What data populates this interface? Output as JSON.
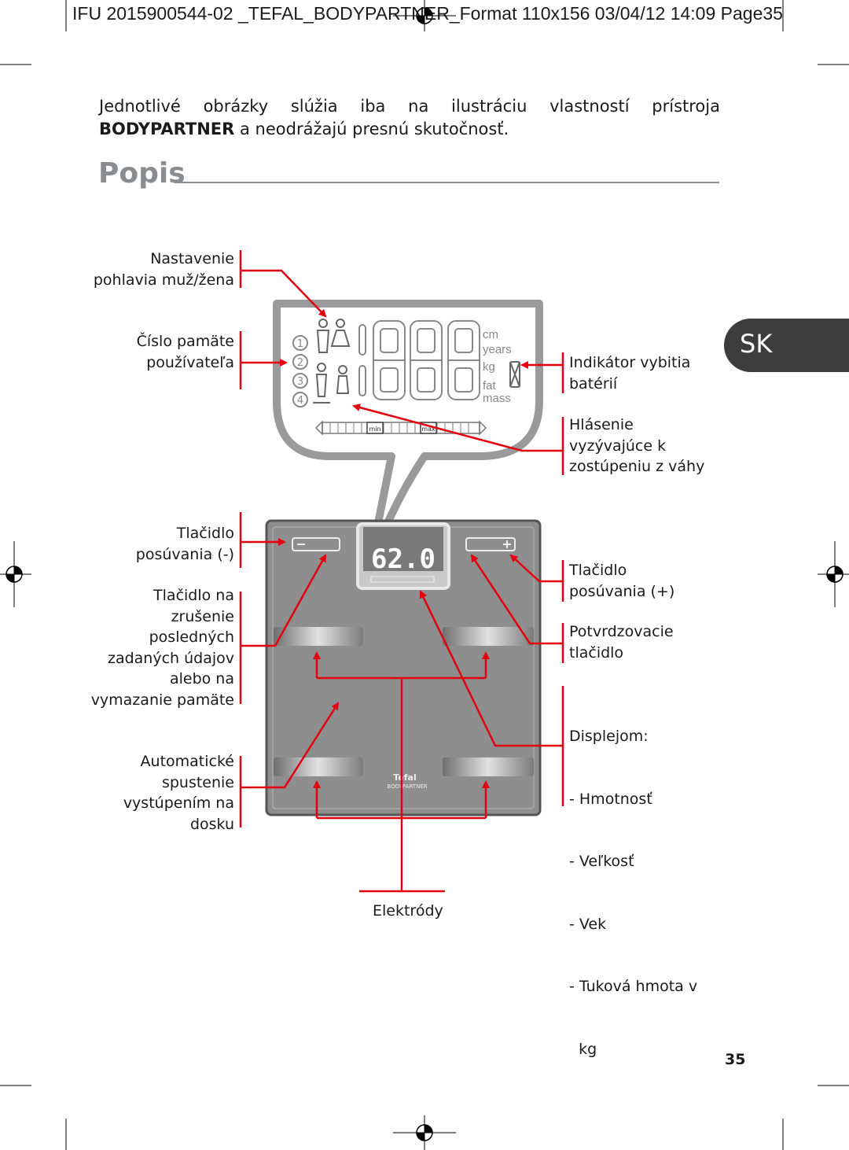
{
  "header": {
    "text": "IFU 2015900544-02 _TEFAL_BODYPARTNER_Format 110x156  03/04/12  14:09  Page35"
  },
  "intro": {
    "line1": "Jednotlivé obrázky slúžia iba na ilustráciu vlastností prístroja",
    "brand": "BODYPARTNER",
    "line2_rest": " a neodrážajú presnú skutočnosť."
  },
  "section": {
    "title": "Popis"
  },
  "language_tab": {
    "label": "SK"
  },
  "labels_left": {
    "gender": [
      "Nastavenie",
      "pohlavia muž/žena"
    ],
    "memory": [
      "Číslo pamäte",
      "používateľa"
    ],
    "scroll_minus": [
      "Tlačidlo",
      "posúvania (-)"
    ],
    "cancel": [
      "Tlačidlo na",
      "zrušenie",
      "posledných",
      "zadaných údajov",
      "alebo na",
      "vymazanie pamäte"
    ],
    "auto_on": [
      "Automatické",
      "spustenie",
      "vystúpením na",
      "dosku"
    ]
  },
  "labels_right": {
    "battery": [
      "Indikátor vybitia",
      "batérií"
    ],
    "step_off": [
      "Hlásenie",
      "vyzývajúce k",
      "zostúpeniu z váhy"
    ],
    "scroll_plus": [
      "Tlačidlo",
      "posúvania (+)"
    ],
    "confirm": [
      "Potvrdzovacie",
      "tlačidlo"
    ],
    "display": [
      "Displejom:",
      "- Hmotnosť",
      "- Veľkosť",
      "- Vek",
      "- Tuková hmota v",
      "  kg"
    ]
  },
  "labels_bottom": {
    "electrodes": "Elektródy"
  },
  "lcd": {
    "units": [
      "cm",
      "years",
      "kg",
      "fat",
      "mass"
    ],
    "memory_numbers": [
      "1",
      "2",
      "3",
      "4"
    ],
    "bar_min": "min",
    "bar_max": "max"
  },
  "scale": {
    "display_reading": "62.0",
    "brand": "Tefal",
    "model": "BODYPARTNER"
  },
  "page_number": "35",
  "colors": {
    "accent_red": "#e3000f",
    "title_gray": "#8a8d90",
    "scale_body": "#8e8e8e",
    "tab_dark": "#3d3d3d"
  }
}
